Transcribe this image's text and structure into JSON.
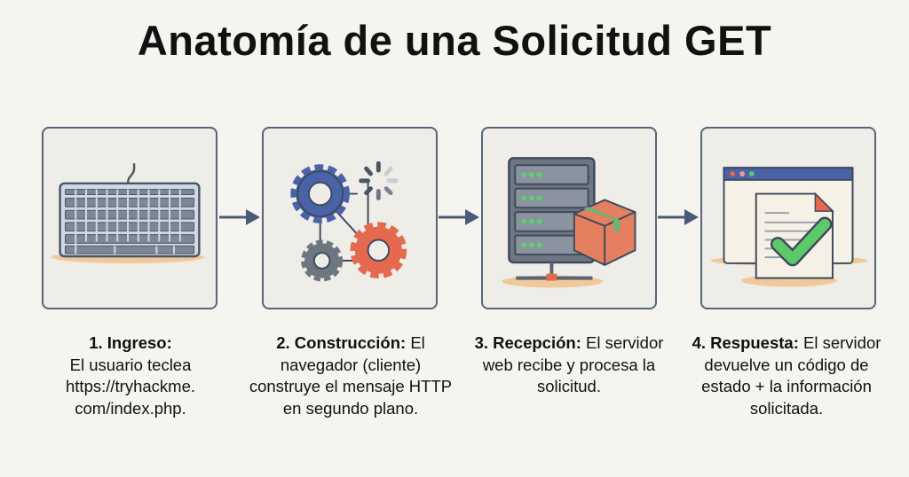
{
  "title": "Anatomía de una Solicitud GET",
  "steps": [
    {
      "label": "1. Ingreso:",
      "text": "El usuario teclea https://tryhackme. com/index.php.",
      "icon": "keyboard-icon"
    },
    {
      "label": "2. Construcción:",
      "text": "El navegador (cliente) construye el mensaje HTTP en segundo plano.",
      "icon": "gears-icon"
    },
    {
      "label": "3. Recepción:",
      "text": "El servidor web recibe y procesa la solicitud.",
      "icon": "server-icon"
    },
    {
      "label": "4. Respuesta:",
      "text": "El servidor devuelve un código de estado + la información solicitada.",
      "icon": "document-check-icon"
    }
  ],
  "colors": {
    "outline": "#56657a",
    "blue": "#4a62a8",
    "orange": "#e4694f",
    "green": "#5cc96a",
    "grey": "#6e7682"
  }
}
